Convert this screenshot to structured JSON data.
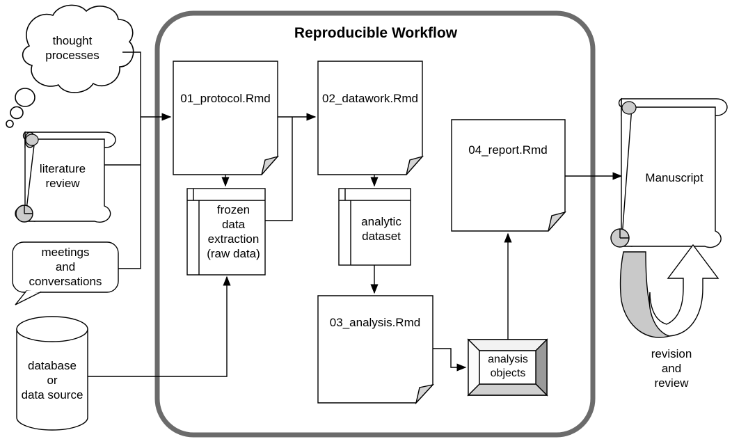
{
  "diagram": {
    "title": "Reproducible Workflow",
    "container_border_color": "#6b6b6b",
    "fold_fill": "#d4d4d4",
    "line_color": "#000000"
  },
  "inputs": [
    {
      "id": "thought",
      "shape": "thought-bubble",
      "label": "thought\nprocesses"
    },
    {
      "id": "literature",
      "shape": "scroll",
      "label": "literature\nreview"
    },
    {
      "id": "meetings",
      "shape": "speech-bubble",
      "label": "meetings\nand\nconversations"
    },
    {
      "id": "database",
      "shape": "cylinder",
      "label": "database\nor\ndata source"
    }
  ],
  "workflow": [
    {
      "id": "protocol",
      "shape": "document-fold",
      "label": "01_protocol.Rmd"
    },
    {
      "id": "datawork",
      "shape": "document-fold",
      "label": "02_datawork.Rmd"
    },
    {
      "id": "report",
      "shape": "document-fold",
      "label": "04_report.Rmd"
    },
    {
      "id": "analysis",
      "shape": "document-fold",
      "label": "03_analysis.Rmd"
    },
    {
      "id": "frozen",
      "shape": "data-table",
      "label": "frozen\ndata\nextraction\n(raw data)"
    },
    {
      "id": "analytic",
      "shape": "data-table",
      "label": "analytic\ndataset"
    },
    {
      "id": "objects",
      "shape": "beveled-cube",
      "label": "analysis\nobjects"
    }
  ],
  "outputs": [
    {
      "id": "manuscript",
      "shape": "scroll",
      "label": "Manuscript"
    },
    {
      "id": "revision",
      "shape": "u-turn-arrow",
      "label": "revision\nand\nreview"
    }
  ]
}
